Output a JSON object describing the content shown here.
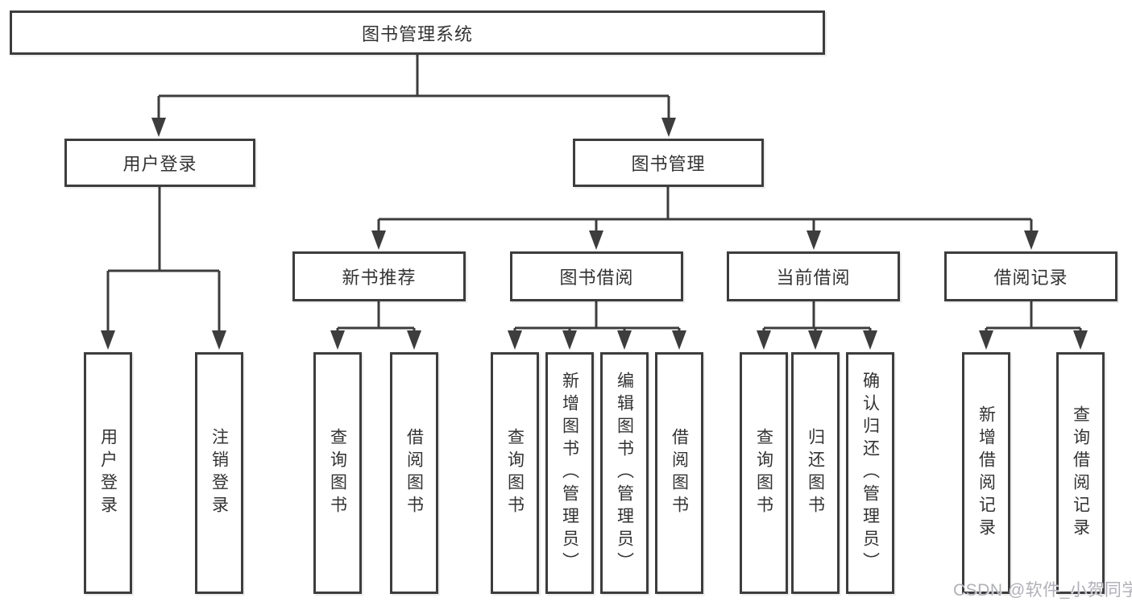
{
  "tree": {
    "label": "图书管理系统",
    "children": [
      {
        "label": "用户登录",
        "children": [
          {
            "label": "用户登录"
          },
          {
            "label": "注销登录"
          }
        ]
      },
      {
        "label": "图书管理",
        "children": [
          {
            "label": "新书推荐",
            "children": [
              {
                "label": "查询图书"
              },
              {
                "label": "借阅图书"
              }
            ]
          },
          {
            "label": "图书借阅",
            "children": [
              {
                "label": "查询图书"
              },
              {
                "label": "新增图书（管理员）"
              },
              {
                "label": "编辑图书（管理员）"
              },
              {
                "label": "借阅图书"
              }
            ]
          },
          {
            "label": "当前借阅",
            "children": [
              {
                "label": "查询图书"
              },
              {
                "label": "归还图书"
              },
              {
                "label": "确认归还（管理员）"
              }
            ]
          },
          {
            "label": "借阅记录",
            "children": [
              {
                "label": "新增借阅记录"
              },
              {
                "label": "查询借阅记录"
              }
            ]
          }
        ]
      }
    ]
  },
  "watermark": {
    "text": "CSDN @软件_小贺同学"
  },
  "colors": {
    "line": "#3d3d3d",
    "text": "#333333",
    "background": "#ffffff",
    "watermark": "#b0b0b8"
  }
}
